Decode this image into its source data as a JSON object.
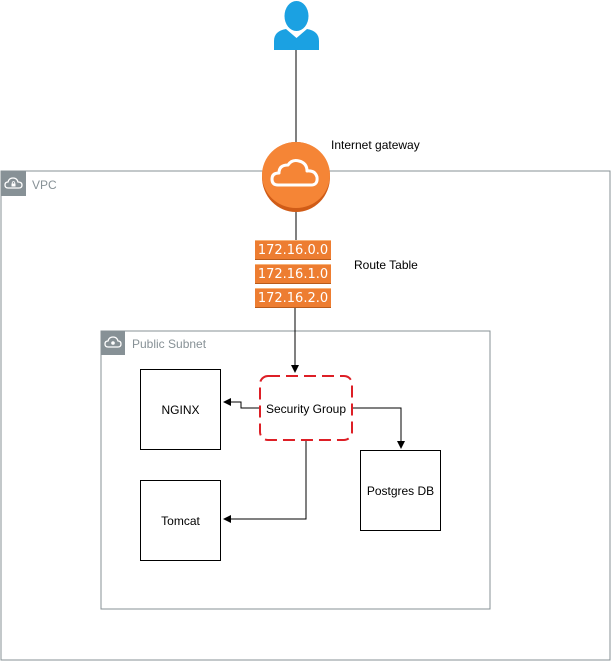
{
  "vpc": {
    "label": "VPC"
  },
  "subnet": {
    "label": "Public Subnet"
  },
  "gateway": {
    "label": "Internet gateway"
  },
  "route_table": {
    "label": "Route Table",
    "entries": [
      "172.16.0.0",
      "172.16.1.0",
      "172.16.2.0"
    ]
  },
  "nodes": {
    "security_group": "Security Group",
    "nginx": "NGINX",
    "tomcat": "Tomcat",
    "postgres": "Postgres DB"
  },
  "colors": {
    "aws_orange": "#ed7d31",
    "user_blue": "#1ba1e2",
    "security_red": "#dd1f26",
    "group_border": "#879196"
  }
}
